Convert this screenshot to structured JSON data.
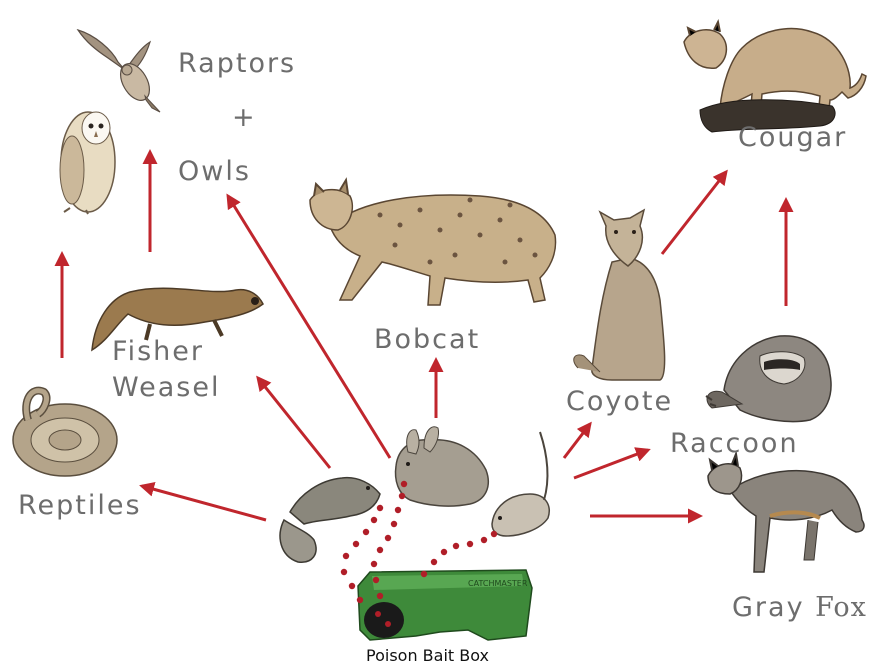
{
  "labels": {
    "raptors": "Raptors",
    "plus": "+",
    "owls": "Owls",
    "fisher": "Fisher",
    "weasel": "Weasel",
    "reptiles": "Reptiles",
    "bobcat": "Bobcat",
    "coyote": "Coyote",
    "raccoon": "Raccoon",
    "gray_fox": "Gray",
    "gray_fox_2": "Fox",
    "cougar": "Cougar",
    "bait_box": "Poison Bait Box",
    "bait_box_imprint": "CATCHMASTER"
  },
  "colors": {
    "arrow": "#c0262d",
    "poison_dots": "#b01e28",
    "label_text": "#6d6d6d",
    "bait_box": "#3e8a3a"
  }
}
